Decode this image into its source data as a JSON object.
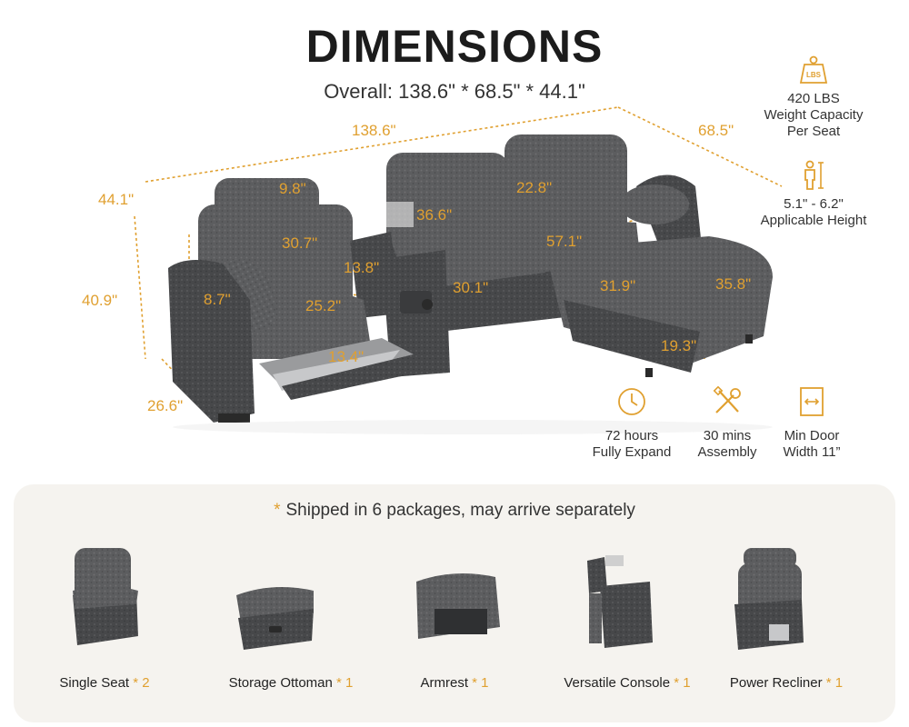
{
  "header": {
    "title": "DIMENSIONS",
    "subtitle": "Overall: 138.6\" * 68.5\" * 44.1\""
  },
  "dimensions": {
    "overall_length": "138.6\"",
    "overall_depth": "68.5\"",
    "overall_height": "44.1\"",
    "back_height": "40.9\"",
    "arm_height": "26.6\"",
    "headrest": "9.8\"",
    "backrest": "30.7\"",
    "arm_width": "8.7\"",
    "seat_width": "25.2\"",
    "footrest": "13.4\"",
    "console_width": "13.8\"",
    "console_height": "30.1\"",
    "cushion_width": "36.6\"",
    "back_cushion": "22.8\"",
    "seat_length": "57.1\"",
    "chaise_width": "31.9\"",
    "chaise_length": "35.8\"",
    "chaise_height": "19.3\""
  },
  "features": {
    "weight": {
      "badge": "LBS",
      "line1": "420 LBS",
      "line2": "Weight Capacity",
      "line3": "Per Seat"
    },
    "height": {
      "line1": "5.1\" - 6.2\"",
      "line2": "Applicable Height"
    },
    "expand": {
      "line1": "72 hours",
      "line2": "Fully Expand"
    },
    "assembly": {
      "line1": "30 mins",
      "line2": "Assembly"
    },
    "door": {
      "line1": "Min Door",
      "line2": "Width 11”"
    }
  },
  "shipping": {
    "note": "Shipped in 6 packages, may arrive separately",
    "star": "*",
    "packages": [
      {
        "name": "Single Seat",
        "mult": "* 2"
      },
      {
        "name": "Storage Ottoman",
        "mult": "* 1"
      },
      {
        "name": "Armrest",
        "mult": "* 1"
      },
      {
        "name": "Versatile Console",
        "mult": "* 1"
      },
      {
        "name": "Power Recliner",
        "mult": "* 1"
      }
    ]
  },
  "colors": {
    "accent": "#e0a030",
    "fabric": "#5a5b5d",
    "fabric_dark": "#3e3f41",
    "panel_bg": "#f5f3ef"
  }
}
